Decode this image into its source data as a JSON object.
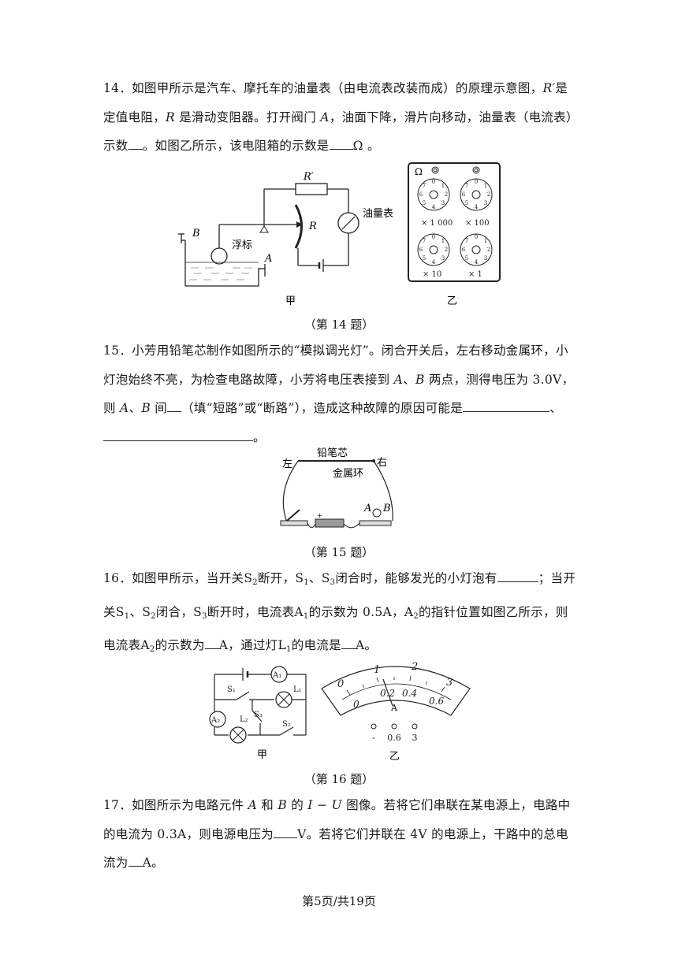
{
  "q14": {
    "text": "14．如图甲所示是汽车、摩托车的油量表（由电流表改装而成）的原理示意图，R′是定值电阻，R 是滑动变阻器。打开阀门 A，油面下降，滑片向移动，油量表（电流表）示数__。如图乙所示，该电阻箱的示数是____Ω 。",
    "caption": "（第 14 题）",
    "fig_labels": {
      "r_prime": "R′",
      "r": "R",
      "meter": "油量表",
      "b": "B",
      "float": "浮标",
      "a": "A",
      "jia": "甲",
      "yi": "乙",
      "ohm": "Ω",
      "mult": [
        "× 1 000",
        "× 100",
        "× 10",
        "× 1"
      ]
    }
  },
  "q15": {
    "text": "15．小芳用铅笔芯制作如图所示的“模拟调光灯”。闭合开关后，左右移动金属环，小灯泡始终不亮，为检查电路故障，小芳将电压表接到 A、B 两点，测得电压为 3.0V，则 A、B 间__（填“短路”或“断路”），造成这种故障的原因可能是_______________、________________________。",
    "caption": "（第 15 题）",
    "fig_labels": {
      "pencil": "铅笔芯",
      "left": "左",
      "right": "右",
      "ring": "金属环",
      "a": "A",
      "b": "B"
    }
  },
  "q16": {
    "text": "16．如图甲所示，当开关S₂断开，S₁、S₃闭合时，能够发光的小灯泡有______；当开关S₁、S₂闭合，S₃断开时，电流表A₁的示数为 0.5A，A₂的指针位置如图乙所示，则电流表A₂的示数为__A，通过灯L₁的电流是__A。",
    "caption": "（第 16 题）",
    "fig_labels": {
      "a1": "A₁",
      "a2": "A₂",
      "s1": "S₁",
      "s2": "S₂",
      "s3": "S₃",
      "l1": "L₁",
      "l2": "L₂",
      "jia": "甲",
      "yi": "乙",
      "outer_scale": [
        "0",
        "1",
        "2",
        "3"
      ],
      "inner_scale": [
        "0",
        "0.2",
        "0.4",
        "0.6"
      ],
      "unit": "A",
      "terminals": [
        "-",
        "0.6",
        "3"
      ]
    }
  },
  "q17": {
    "text": "17．如图所示为电路元件 A 和 B 的 I − U 图像。若将它们串联在某电源上，电路中的电流为 0.3A，则电源电压为____V。若将它们并联在 4V 的电源上，干路中的总电流为__A。"
  },
  "footer": "第5页/共19页"
}
